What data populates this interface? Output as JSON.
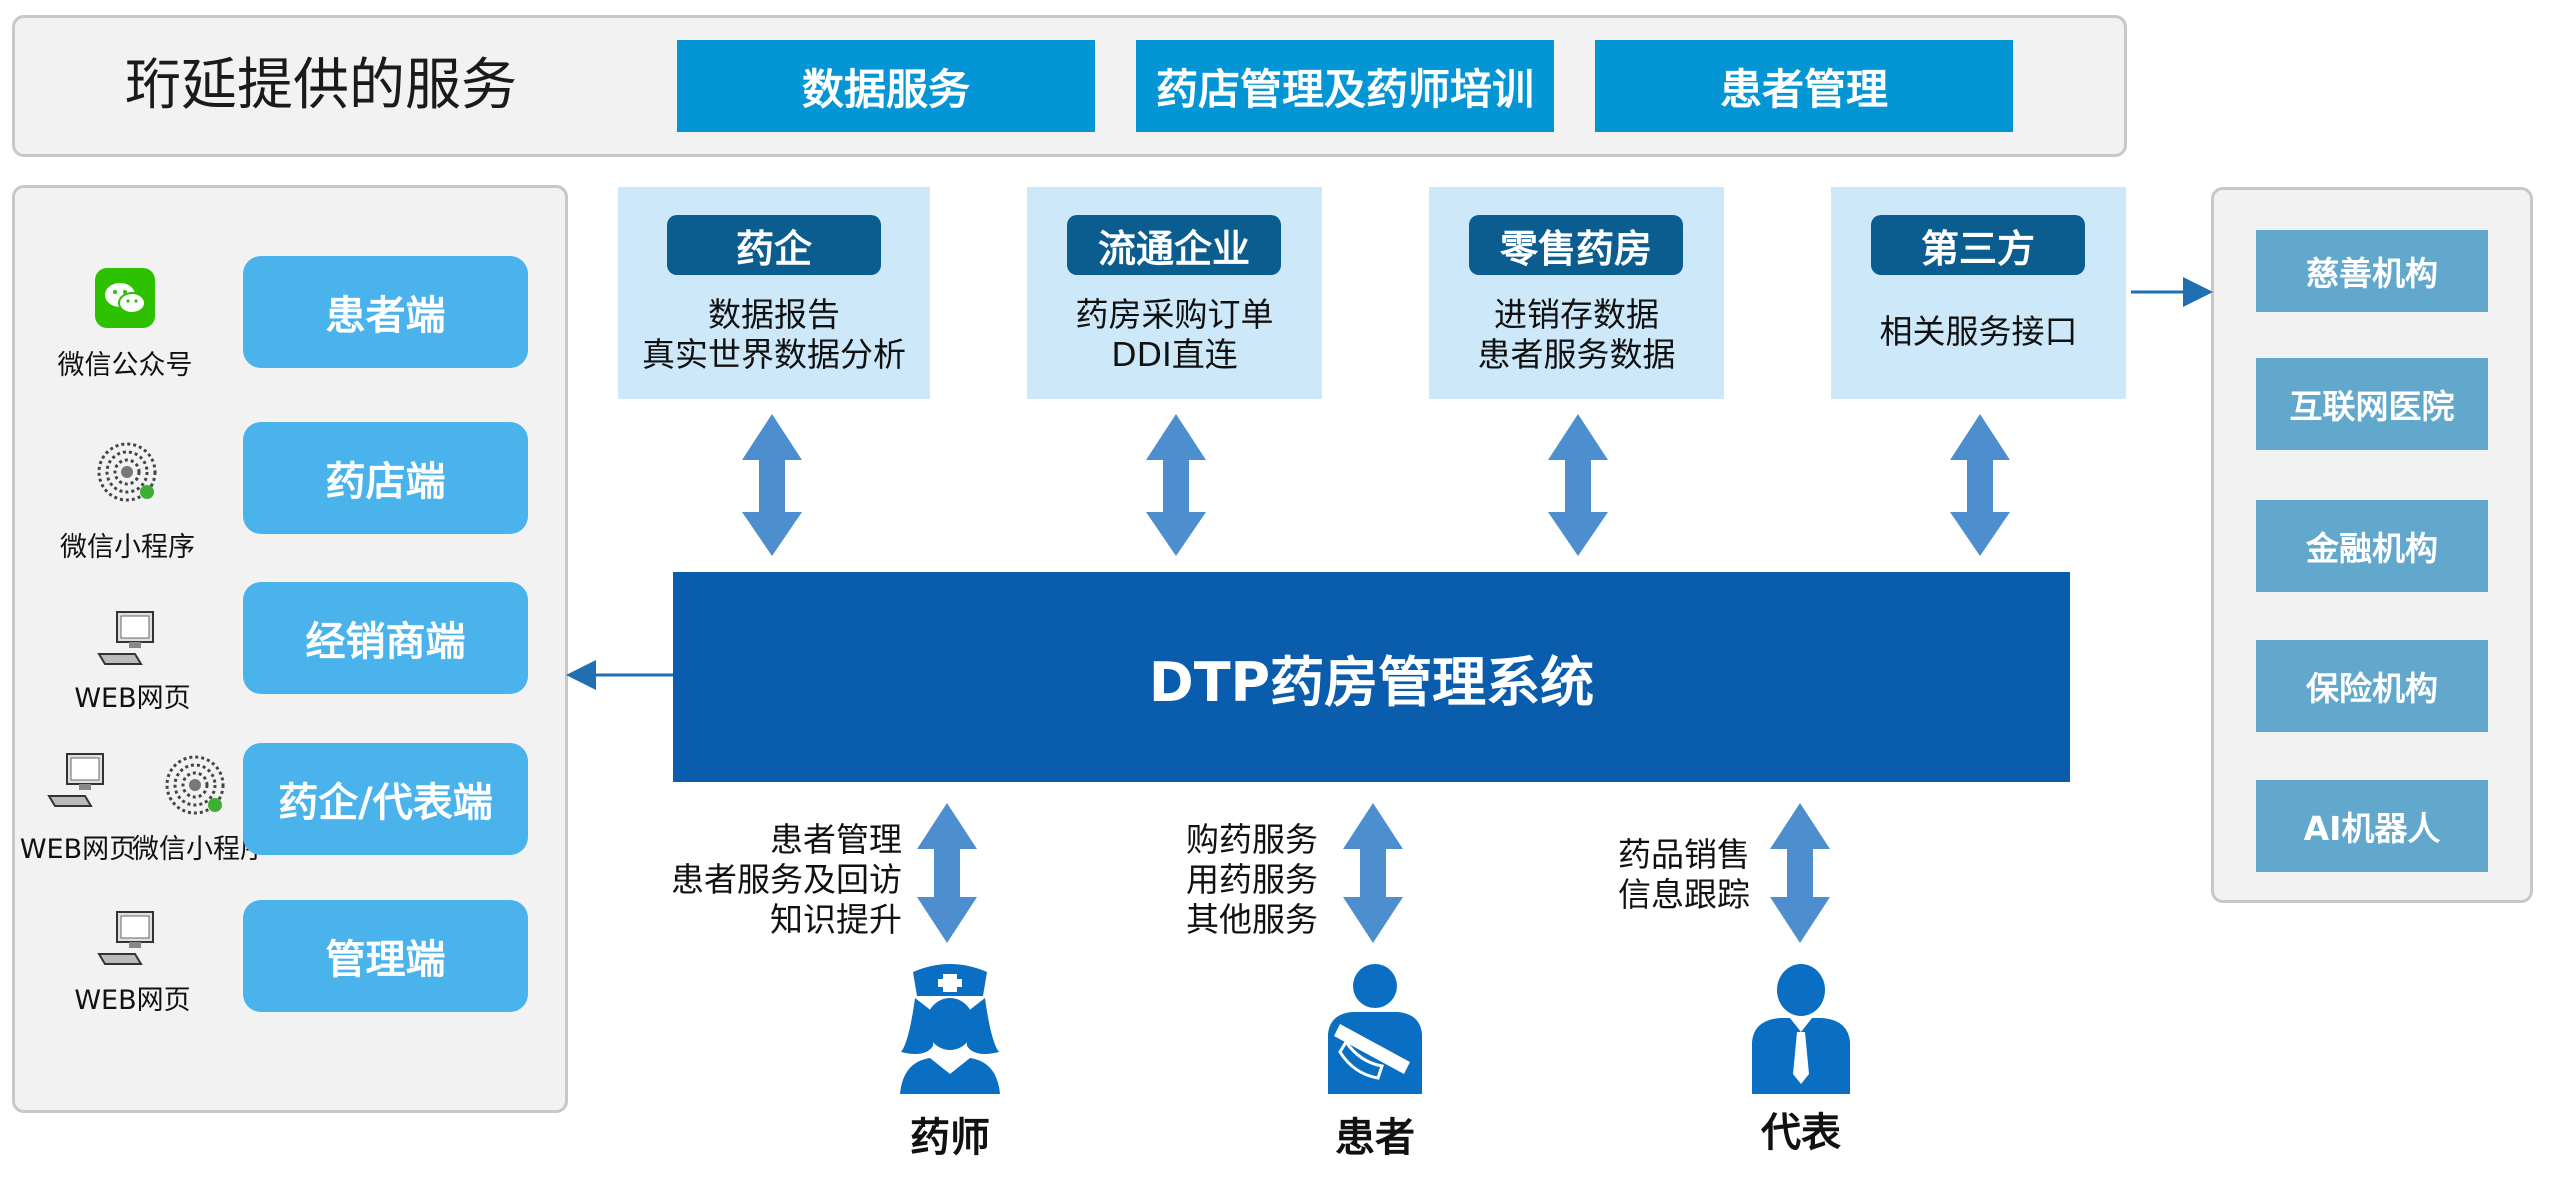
{
  "services": {
    "title": "珩延提供的服务",
    "items": [
      "数据服务",
      "药店管理及药师培训",
      "患者管理"
    ]
  },
  "clients": [
    {
      "label": "患者端",
      "captions": [
        "微信公众号"
      ],
      "icons": [
        "wechat-icon"
      ]
    },
    {
      "label": "药店端",
      "captions": [
        "微信小程序"
      ],
      "icons": [
        "qr-code-icon"
      ]
    },
    {
      "label": "经销商端",
      "captions": [
        "WEB网页"
      ],
      "icons": [
        "computer-icon"
      ]
    },
    {
      "label": "药企/代表端",
      "captions": [
        "WEB网页",
        "微信小程序"
      ],
      "icons": [
        "computer-icon",
        "qr-code-icon"
      ]
    },
    {
      "label": "管理端",
      "captions": [
        "WEB网页"
      ],
      "icons": [
        "computer-icon"
      ]
    }
  ],
  "parties": [
    {
      "label": "药企",
      "desc": [
        "数据报告",
        "真实世界数据分析"
      ]
    },
    {
      "label": "流通企业",
      "desc": [
        "药房采购订单",
        "DDI直连"
      ]
    },
    {
      "label": "零售药房",
      "desc": [
        "进销存数据",
        "患者服务数据"
      ]
    },
    {
      "label": "第三方",
      "desc": [
        "相关服务接口"
      ]
    }
  ],
  "core": {
    "label": "DTP药房管理系统"
  },
  "external": [
    "慈善机构",
    "互联网医院",
    "金融机构",
    "保险机构",
    "AI机器人"
  ],
  "roles": [
    {
      "label": "药师",
      "desc": [
        "患者管理",
        "患者服务及回访",
        "知识提升"
      ],
      "icon": "pharmacist-icon"
    },
    {
      "label": "患者",
      "desc": [
        "购药服务",
        "用药服务",
        "其他服务"
      ],
      "icon": "patient-icon"
    },
    {
      "label": "代表",
      "desc": [
        "药品销售",
        "信息跟踪"
      ],
      "icon": "representative-icon"
    }
  ],
  "colors": {
    "service_blue": "#0496d4",
    "client_blue": "#4ab3ec",
    "party_bg": "#cde9f9",
    "party_label": "#0b5c8f",
    "core_blue": "#0a5cad",
    "external_blue": "#62a8cc",
    "arrow_blue": "#4d8fce",
    "panel_grey": "#f2f2f2"
  }
}
